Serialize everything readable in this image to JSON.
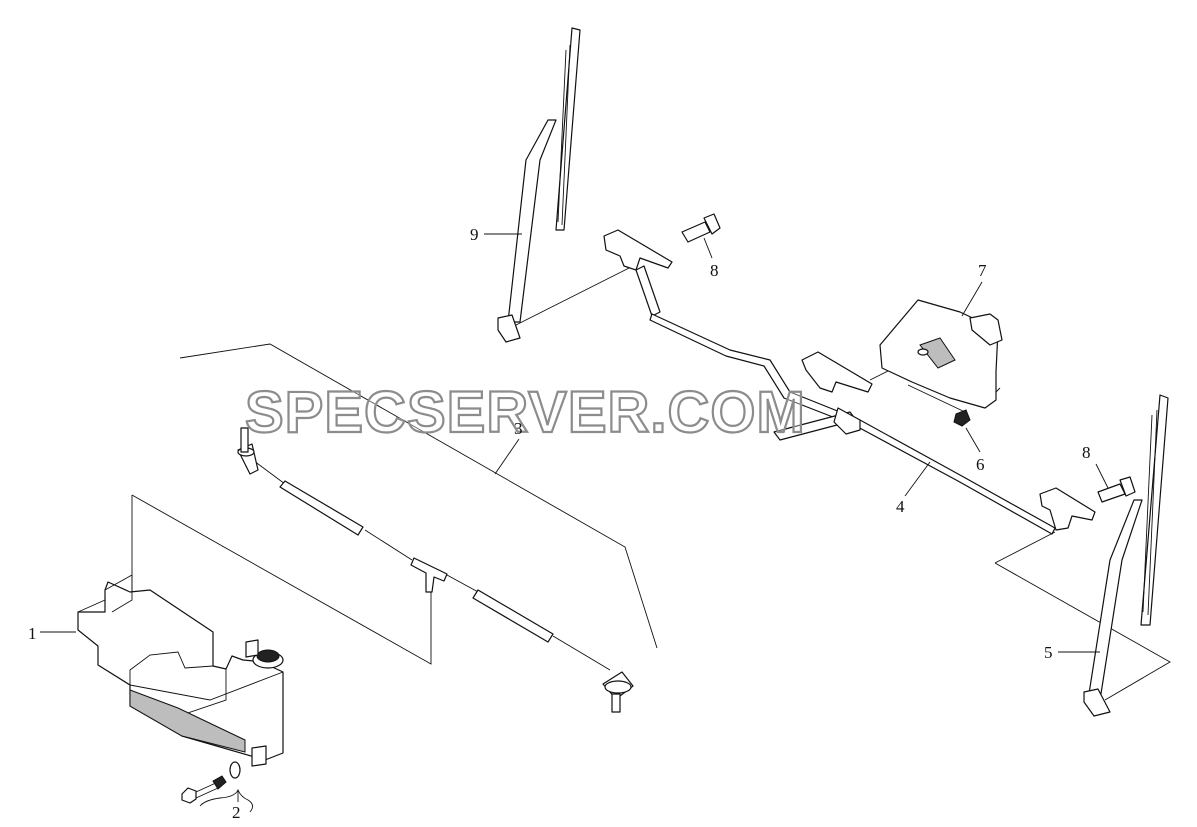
{
  "diagram": {
    "callouts": [
      {
        "id": "1",
        "text": "1"
      },
      {
        "id": "2",
        "text": "2"
      },
      {
        "id": "3",
        "text": "3"
      },
      {
        "id": "4",
        "text": "4"
      },
      {
        "id": "5",
        "text": "5"
      },
      {
        "id": "6",
        "text": "6"
      },
      {
        "id": "7",
        "text": "7"
      },
      {
        "id": "8a",
        "text": "8"
      },
      {
        "id": "8b",
        "text": "8"
      },
      {
        "id": "9",
        "text": "9"
      }
    ],
    "watermark": "SPECSERVER.COM"
  }
}
